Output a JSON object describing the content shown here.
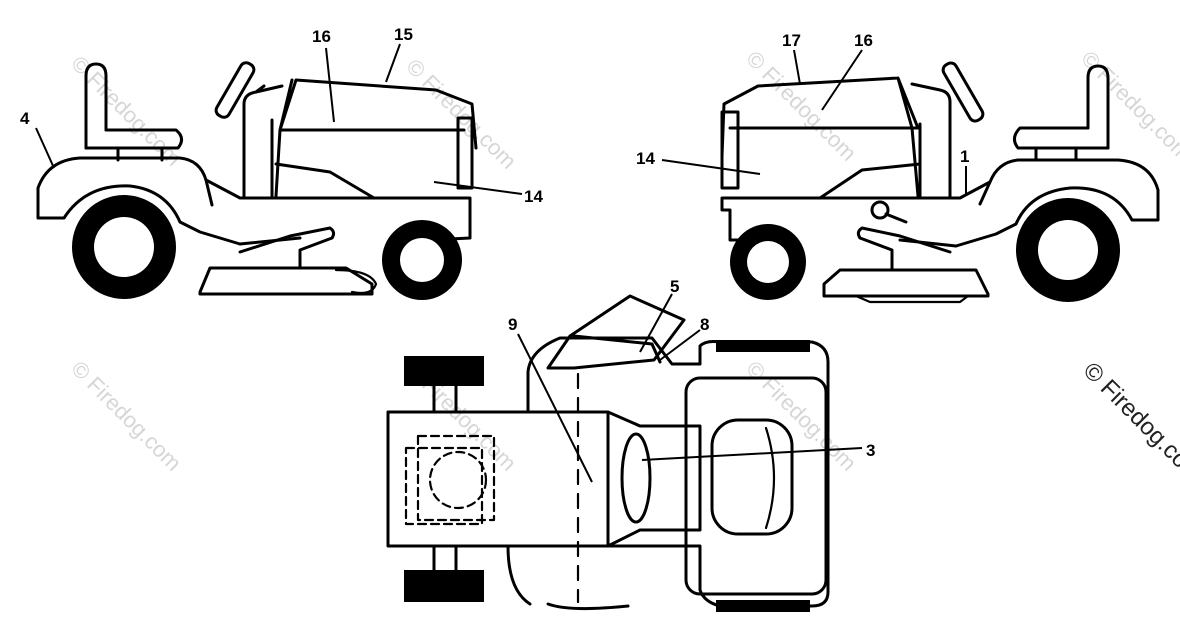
{
  "callouts": {
    "left_4": "4",
    "left_16": "16",
    "left_15": "15",
    "left_14": "14",
    "right_17": "17",
    "right_16": "16",
    "right_14": "14",
    "right_1": "1",
    "top_5": "5",
    "top_8": "8",
    "top_9": "9",
    "top_3": "3"
  },
  "watermark": {
    "text": "© Firedog.com",
    "edge_text": "© Firedog.co"
  }
}
